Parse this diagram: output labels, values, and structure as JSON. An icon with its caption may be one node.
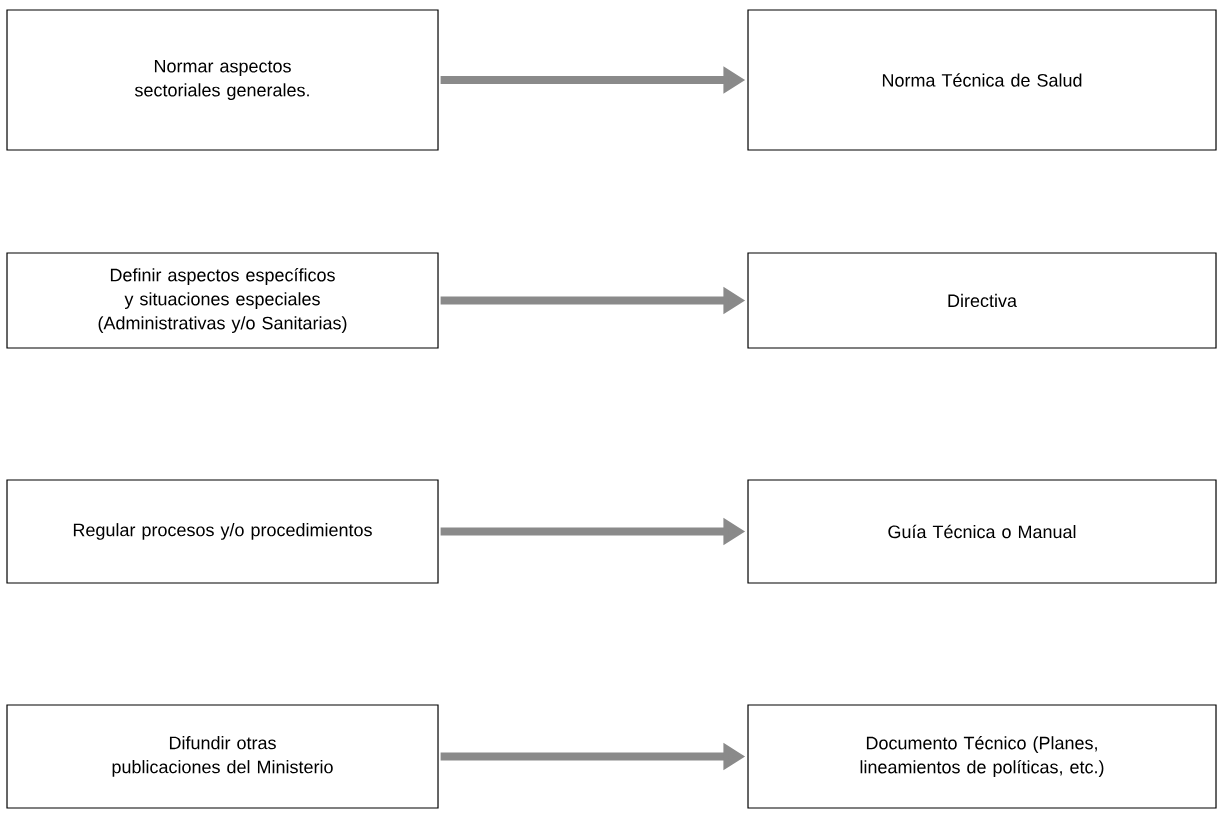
{
  "diagram": {
    "nodes": [
      {
        "text": [
          "Normar aspectos sectoriales generales."
        ]
      },
      {
        "text": [
          "Norma Técnica de Salud"
        ]
      },
      {
        "text": [
          "Definir aspectos específicos y situaciones especiales (Administrativas y/o Sanitarias)"
        ]
      },
      {
        "text": [
          "Directiva"
        ]
      },
      {
        "text": [
          "Regular procesos y/o procedimientos"
        ]
      },
      {
        "text": [
          "Guía Técnica o Manual"
        ]
      },
      {
        "text": [
          "Difundir otras publicaciones del Ministerio"
        ]
      },
      {
        "text": [
          "Documento Técnico (Planes, lineamientos de políticas, etc.)"
        ]
      }
    ],
    "edges": [
      {
        "from": 0,
        "to": 1,
        "arrow": "to"
      },
      {
        "from": 2,
        "to": 3,
        "arrow": "to"
      },
      {
        "from": 4,
        "to": 5,
        "arrow": "to"
      },
      {
        "from": 6,
        "to": 7,
        "arrow": "to"
      }
    ]
  }
}
